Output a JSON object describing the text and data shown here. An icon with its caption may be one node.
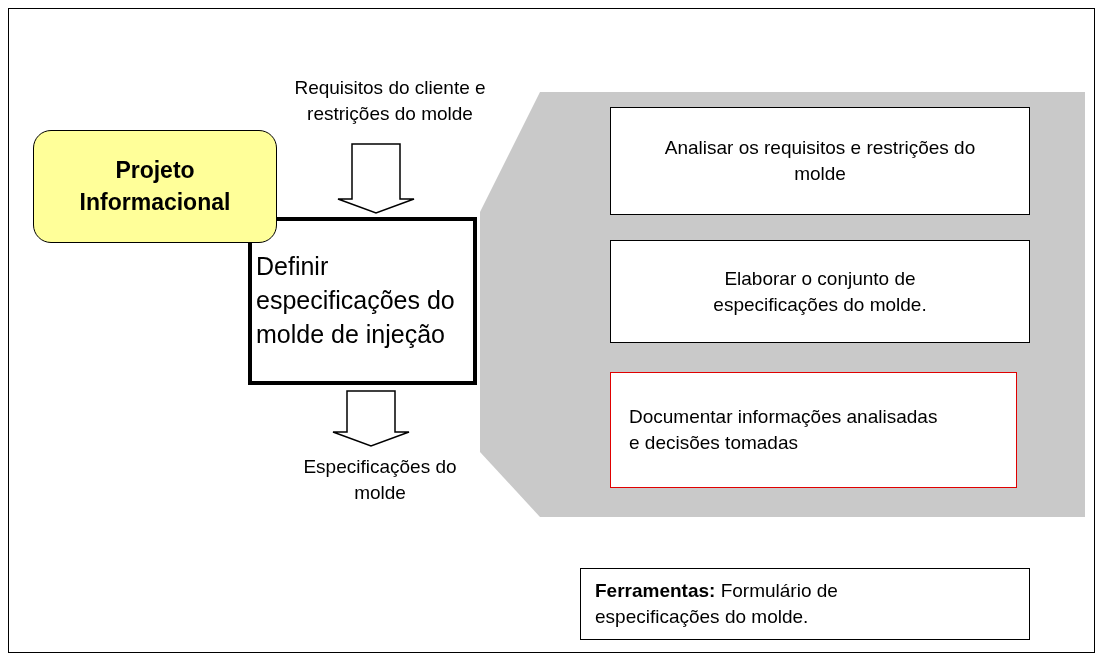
{
  "diagram": {
    "nodes": [
      {
        "text": [
          "Projeto Informacional"
        ]
      },
      {
        "text": [
          "Requisitos do cliente e restrições do molde"
        ]
      },
      {
        "text": [
          "Definir especificações do molde de injeção"
        ]
      },
      {
        "text": [
          "Especificações do molde"
        ]
      },
      {
        "text": [],
        "shape": "box"
      },
      {
        "text": [
          "Analisar os requisitos e restrições do molde"
        ],
        "in": 4
      },
      {
        "text": [
          "Elaborar o conjunto de especificações do molde."
        ],
        "in": 4
      },
      {
        "text": [
          "Documentar informações analisadas e decisões tomadas"
        ],
        "in": 4
      },
      {
        "text": [
          "**Ferramentas:** Formulário de especificações do molde."
        ]
      }
    ],
    "edges": [
      {
        "from": 1,
        "to": 2,
        "arrow": "to"
      },
      {
        "from": 2,
        "to": 3,
        "arrow": "to"
      }
    ]
  }
}
